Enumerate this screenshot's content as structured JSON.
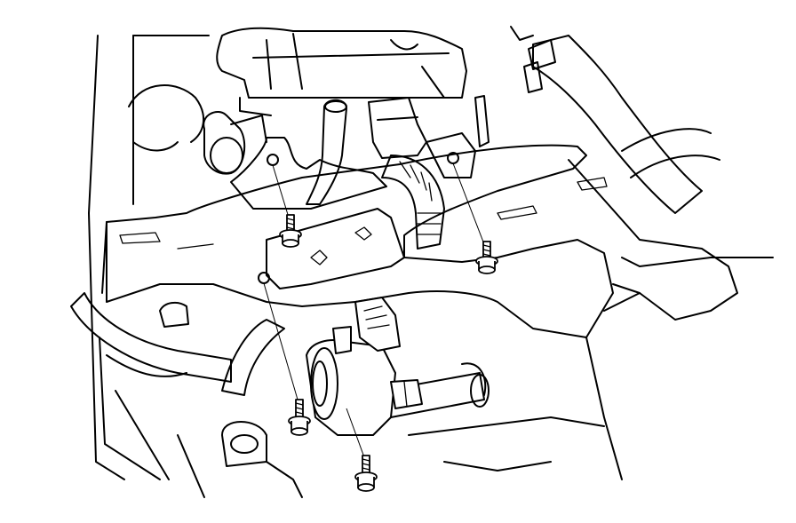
{
  "diagram": {
    "style": "line-art",
    "colors": {
      "line": "#000000",
      "background": "#ffffff"
    },
    "bolts": [
      {
        "name": "bolt-upper-left"
      },
      {
        "name": "bolt-upper-right"
      },
      {
        "name": "bolt-lower-left"
      },
      {
        "name": "bolt-lower-center"
      }
    ]
  }
}
